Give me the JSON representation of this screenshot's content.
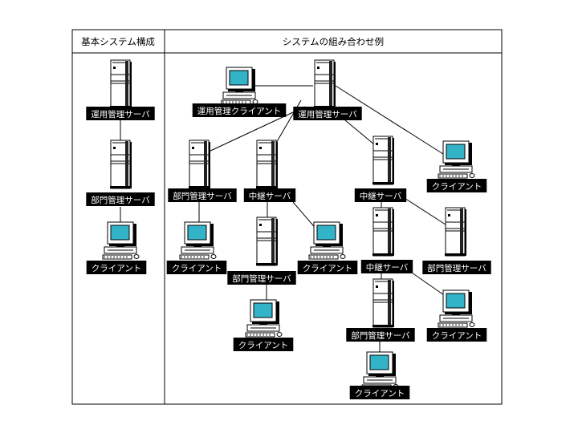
{
  "headers": {
    "left": "基本システム構成",
    "right": "システムの組み合わせ例"
  },
  "colors": {
    "line": "#000000",
    "label_bg": "#000000",
    "label_text": "#ffffff",
    "monitor_screen": "#33b3c8",
    "tower_fill": "#ffffff"
  },
  "nodes": [
    {
      "id": "basic-ops-server",
      "kind": "server",
      "label": "運用管理サーバ"
    },
    {
      "id": "basic-dept-server",
      "kind": "server",
      "label": "部門管理サーバ"
    },
    {
      "id": "basic-client",
      "kind": "client",
      "label": "クライアント"
    },
    {
      "id": "ops-client",
      "kind": "client",
      "label": "運用管理クライアント"
    },
    {
      "id": "top-ops-server",
      "kind": "server",
      "label": "運用管理サーバ"
    },
    {
      "id": "dept-server-1",
      "kind": "server",
      "label": "部門管理サーバ"
    },
    {
      "id": "relay-server-1",
      "kind": "server",
      "label": "中継サーバ"
    },
    {
      "id": "relay-server-2",
      "kind": "server",
      "label": "中継サーバ"
    },
    {
      "id": "client-right-top",
      "kind": "client",
      "label": "クライアント"
    },
    {
      "id": "client-1",
      "kind": "client",
      "label": "クライアント"
    },
    {
      "id": "dept-server-2",
      "kind": "server",
      "label": "部門管理サーバ"
    },
    {
      "id": "client-2",
      "kind": "client",
      "label": "クライアント"
    },
    {
      "id": "relay-server-3",
      "kind": "server",
      "label": "中継サーバ"
    },
    {
      "id": "dept-server-3",
      "kind": "server",
      "label": "部門管理サーバ"
    },
    {
      "id": "client-3",
      "kind": "client",
      "label": "クライアント"
    },
    {
      "id": "dept-server-4",
      "kind": "server",
      "label": "部門管理サーバ"
    },
    {
      "id": "client-4",
      "kind": "client",
      "label": "クライアント"
    },
    {
      "id": "client-5",
      "kind": "client",
      "label": "クライアント"
    }
  ],
  "edges": [
    [
      "basic-ops-server",
      "basic-dept-server"
    ],
    [
      "basic-dept-server",
      "basic-client"
    ],
    [
      "ops-client",
      "top-ops-server"
    ],
    [
      "top-ops-server",
      "dept-server-1"
    ],
    [
      "top-ops-server",
      "relay-server-1"
    ],
    [
      "top-ops-server",
      "relay-server-2"
    ],
    [
      "top-ops-server",
      "client-right-top"
    ],
    [
      "dept-server-1",
      "client-1"
    ],
    [
      "relay-server-1",
      "dept-server-2"
    ],
    [
      "relay-server-1",
      "client-2"
    ],
    [
      "dept-server-2",
      "client-4"
    ],
    [
      "relay-server-2",
      "relay-server-3"
    ],
    [
      "relay-server-2",
      "dept-server-3"
    ],
    [
      "relay-server-3",
      "dept-server-4"
    ],
    [
      "relay-server-3",
      "client-3"
    ],
    [
      "dept-server-4",
      "client-5"
    ]
  ]
}
